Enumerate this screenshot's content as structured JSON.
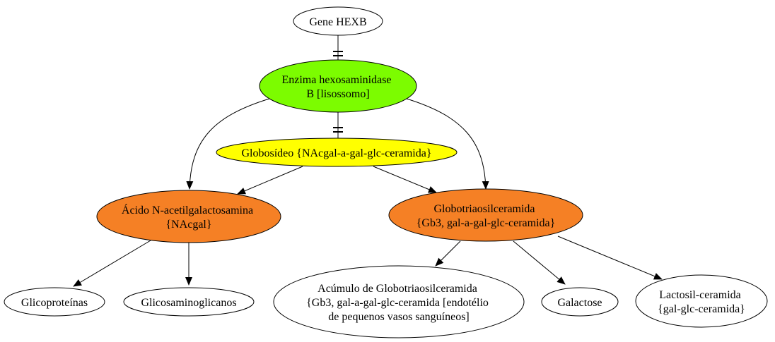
{
  "diagram": {
    "nodes": {
      "gene": {
        "lines": [
          "Gene HEXB"
        ],
        "fill": "#ffffff"
      },
      "enzyme": {
        "lines": [
          "Enzima hexosaminidase",
          "B [lisossomo]"
        ],
        "fill": "#7cfc00"
      },
      "globoside": {
        "lines": [
          "Globosídeo {NAcgal-a-gal-glc-ceramida}"
        ],
        "fill": "#ffff00"
      },
      "nacgal": {
        "lines": [
          "Ácido N-acetilgalactosamina",
          "{NAcgal}"
        ],
        "fill": "#f58025"
      },
      "gb3": {
        "lines": [
          "Globotriaosilceramida",
          "{Gb3, gal-a-gal-glc-ceramida}"
        ],
        "fill": "#f58025"
      },
      "glycoproteins": {
        "lines": [
          "Glicoproteínas"
        ],
        "fill": "#ffffff"
      },
      "gags": {
        "lines": [
          "Glicosaminoglicanos"
        ],
        "fill": "#ffffff"
      },
      "accumulation": {
        "lines": [
          "Acúmulo de Globotriaosilceramida",
          "{Gb3, gal-a-gal-glc-ceramida [endotélio",
          "de pequenos vasos sanguíneos]"
        ],
        "fill": "#ffffff"
      },
      "galactose": {
        "lines": [
          "Galactose"
        ],
        "fill": "#ffffff"
      },
      "lactosylceramide": {
        "lines": [
          "Lactosil-ceramida",
          "{gal-glc-ceramida}"
        ],
        "fill": "#ffffff"
      }
    }
  }
}
